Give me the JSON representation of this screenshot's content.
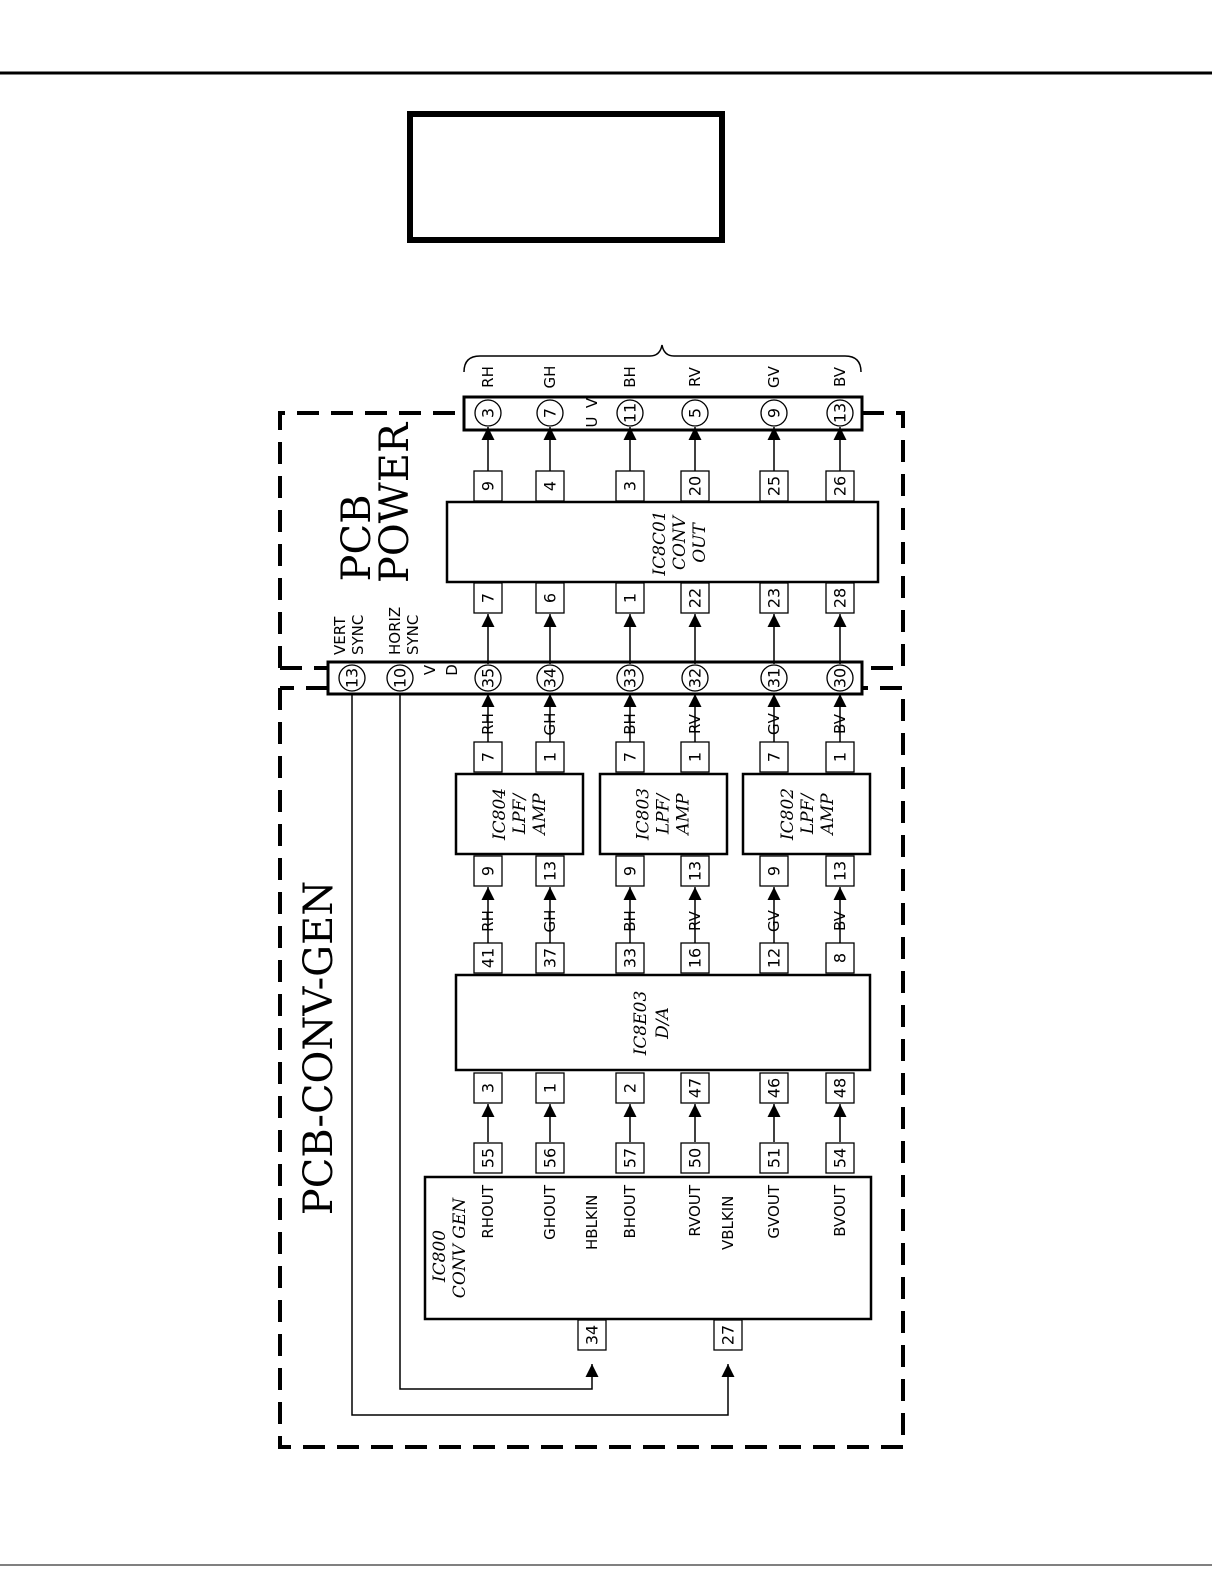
{
  "title_box_text": "",
  "sections": {
    "power": {
      "line1": "PCB",
      "line2": "POWER"
    },
    "conv_gen": {
      "label": "PCB-CONV-GEN"
    }
  },
  "connectors": {
    "vu": {
      "letters": [
        "V",
        "U"
      ],
      "pins": [
        "3",
        "7",
        "11",
        "5",
        "9",
        "13"
      ]
    },
    "vd": {
      "letters": [
        "V",
        "D"
      ],
      "pins": [
        "13",
        "10",
        "35",
        "34",
        "33",
        "32",
        "31",
        "30"
      ]
    }
  },
  "channels": [
    "RH",
    "GH",
    "BH",
    "RV",
    "GV",
    "BV"
  ],
  "sync_labels": {
    "vert": [
      "VERT",
      "SYNC"
    ],
    "horiz": [
      "HORIZ",
      "SYNC"
    ]
  },
  "chips": {
    "ic8c01": {
      "lines": [
        "IC8C01",
        "CONV",
        "OUT"
      ],
      "pins_out": [
        "9",
        "4",
        "3",
        "20",
        "25",
        "26"
      ],
      "pins_in": [
        "7",
        "6",
        "1",
        "22",
        "23",
        "28"
      ]
    },
    "ic804": {
      "lines": [
        "IC804",
        "LPF/",
        "AMP"
      ],
      "pins_out": [
        "7",
        "1"
      ],
      "pins_in": [
        "9",
        "13"
      ]
    },
    "ic803": {
      "lines": [
        "IC803",
        "LPF/",
        "AMP"
      ],
      "pins_out": [
        "7",
        "1"
      ],
      "pins_in": [
        "9",
        "13"
      ]
    },
    "ic802": {
      "lines": [
        "IC802",
        "LPF/",
        "AMP"
      ],
      "pins_out": [
        "7",
        "1"
      ],
      "pins_in": [
        "9",
        "13"
      ]
    },
    "ic8e03": {
      "lines": [
        "IC8E03",
        "D/A"
      ],
      "pins_out": [
        "41",
        "37",
        "33",
        "16",
        "12",
        "8"
      ],
      "pins_in": [
        "3",
        "1",
        "2",
        "47",
        "46",
        "48"
      ]
    },
    "ic800": {
      "lines": [
        "IC800",
        "CONV GEN"
      ],
      "pins_out": [
        "55",
        "56",
        "57",
        "50",
        "51",
        "54"
      ],
      "outputs": [
        "RHOUT",
        "GHOUT",
        "BHOUT",
        "RVOUT",
        "GVOUT",
        "BVOUT"
      ],
      "inputs": [
        "HBLKIN",
        "VBLKIN"
      ],
      "input_pins": [
        "34",
        "27"
      ]
    }
  }
}
